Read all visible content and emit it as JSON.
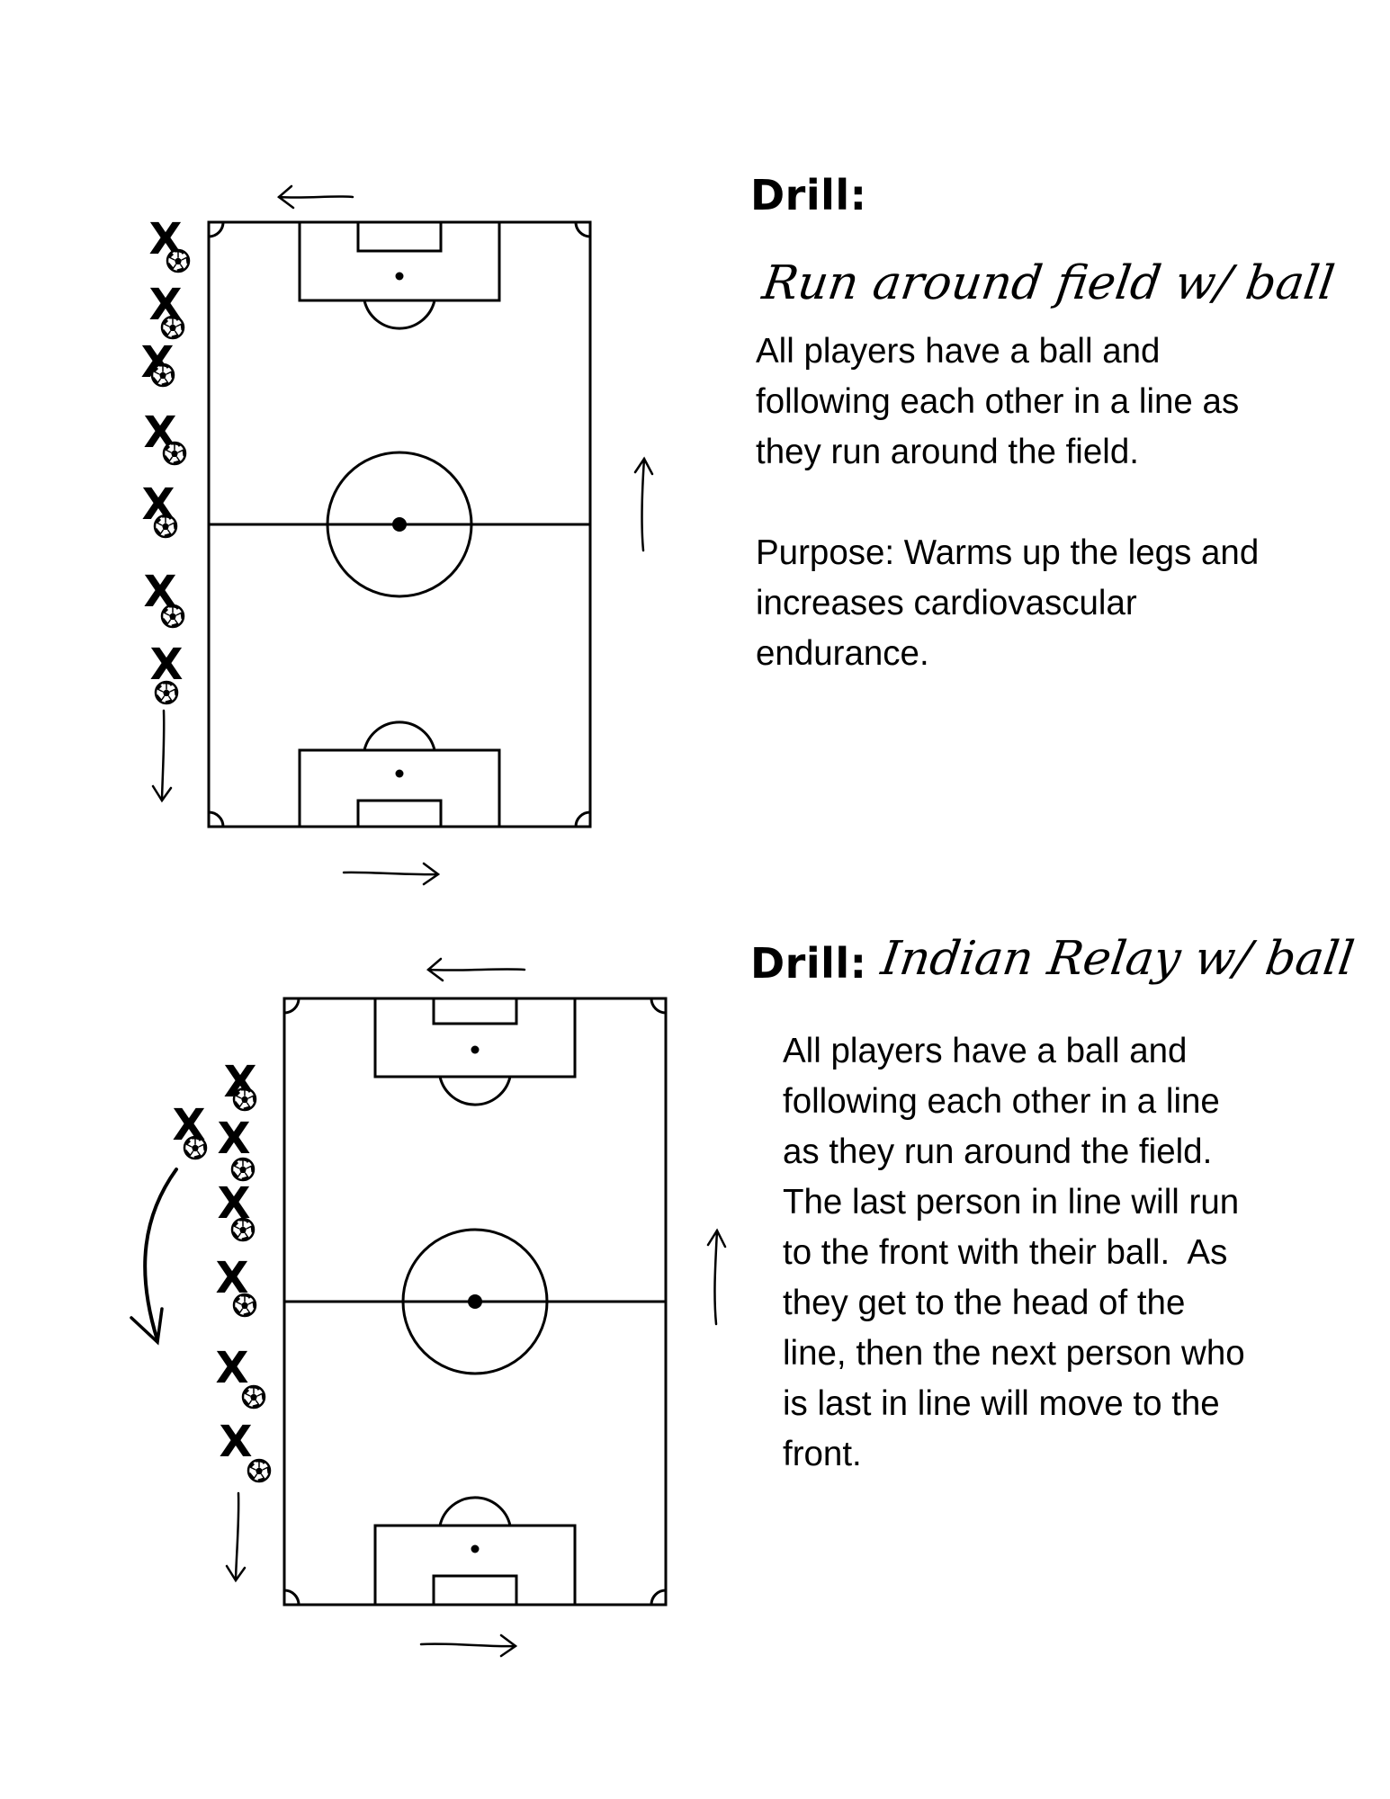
{
  "drills": [
    {
      "label": "Drill:",
      "name": "Run around field w/ ball",
      "description_lines": [
        "All players have a ball and",
        "following each other in a line as",
        "they run around the field."
      ],
      "purpose_lines": [
        "Purpose: Warms up the legs and",
        "increases cardiovascular",
        "endurance."
      ]
    },
    {
      "label": "Drill:",
      "name": "Indian Relay w/ ball",
      "description_lines": [
        "All players have a ball and",
        "following each other in a line",
        "as they run around the field.",
        "The last person in line will run",
        "to the front with their ball.  As",
        "they get to the head of the",
        "line, then the next person who",
        "is last in line will move to the",
        "front."
      ]
    }
  ],
  "player_marker": "X",
  "icons": [
    "soccer-ball-icon",
    "arrow-left-icon",
    "arrow-right-icon",
    "arrow-up-icon",
    "arrow-down-icon",
    "curved-arrow-icon"
  ]
}
